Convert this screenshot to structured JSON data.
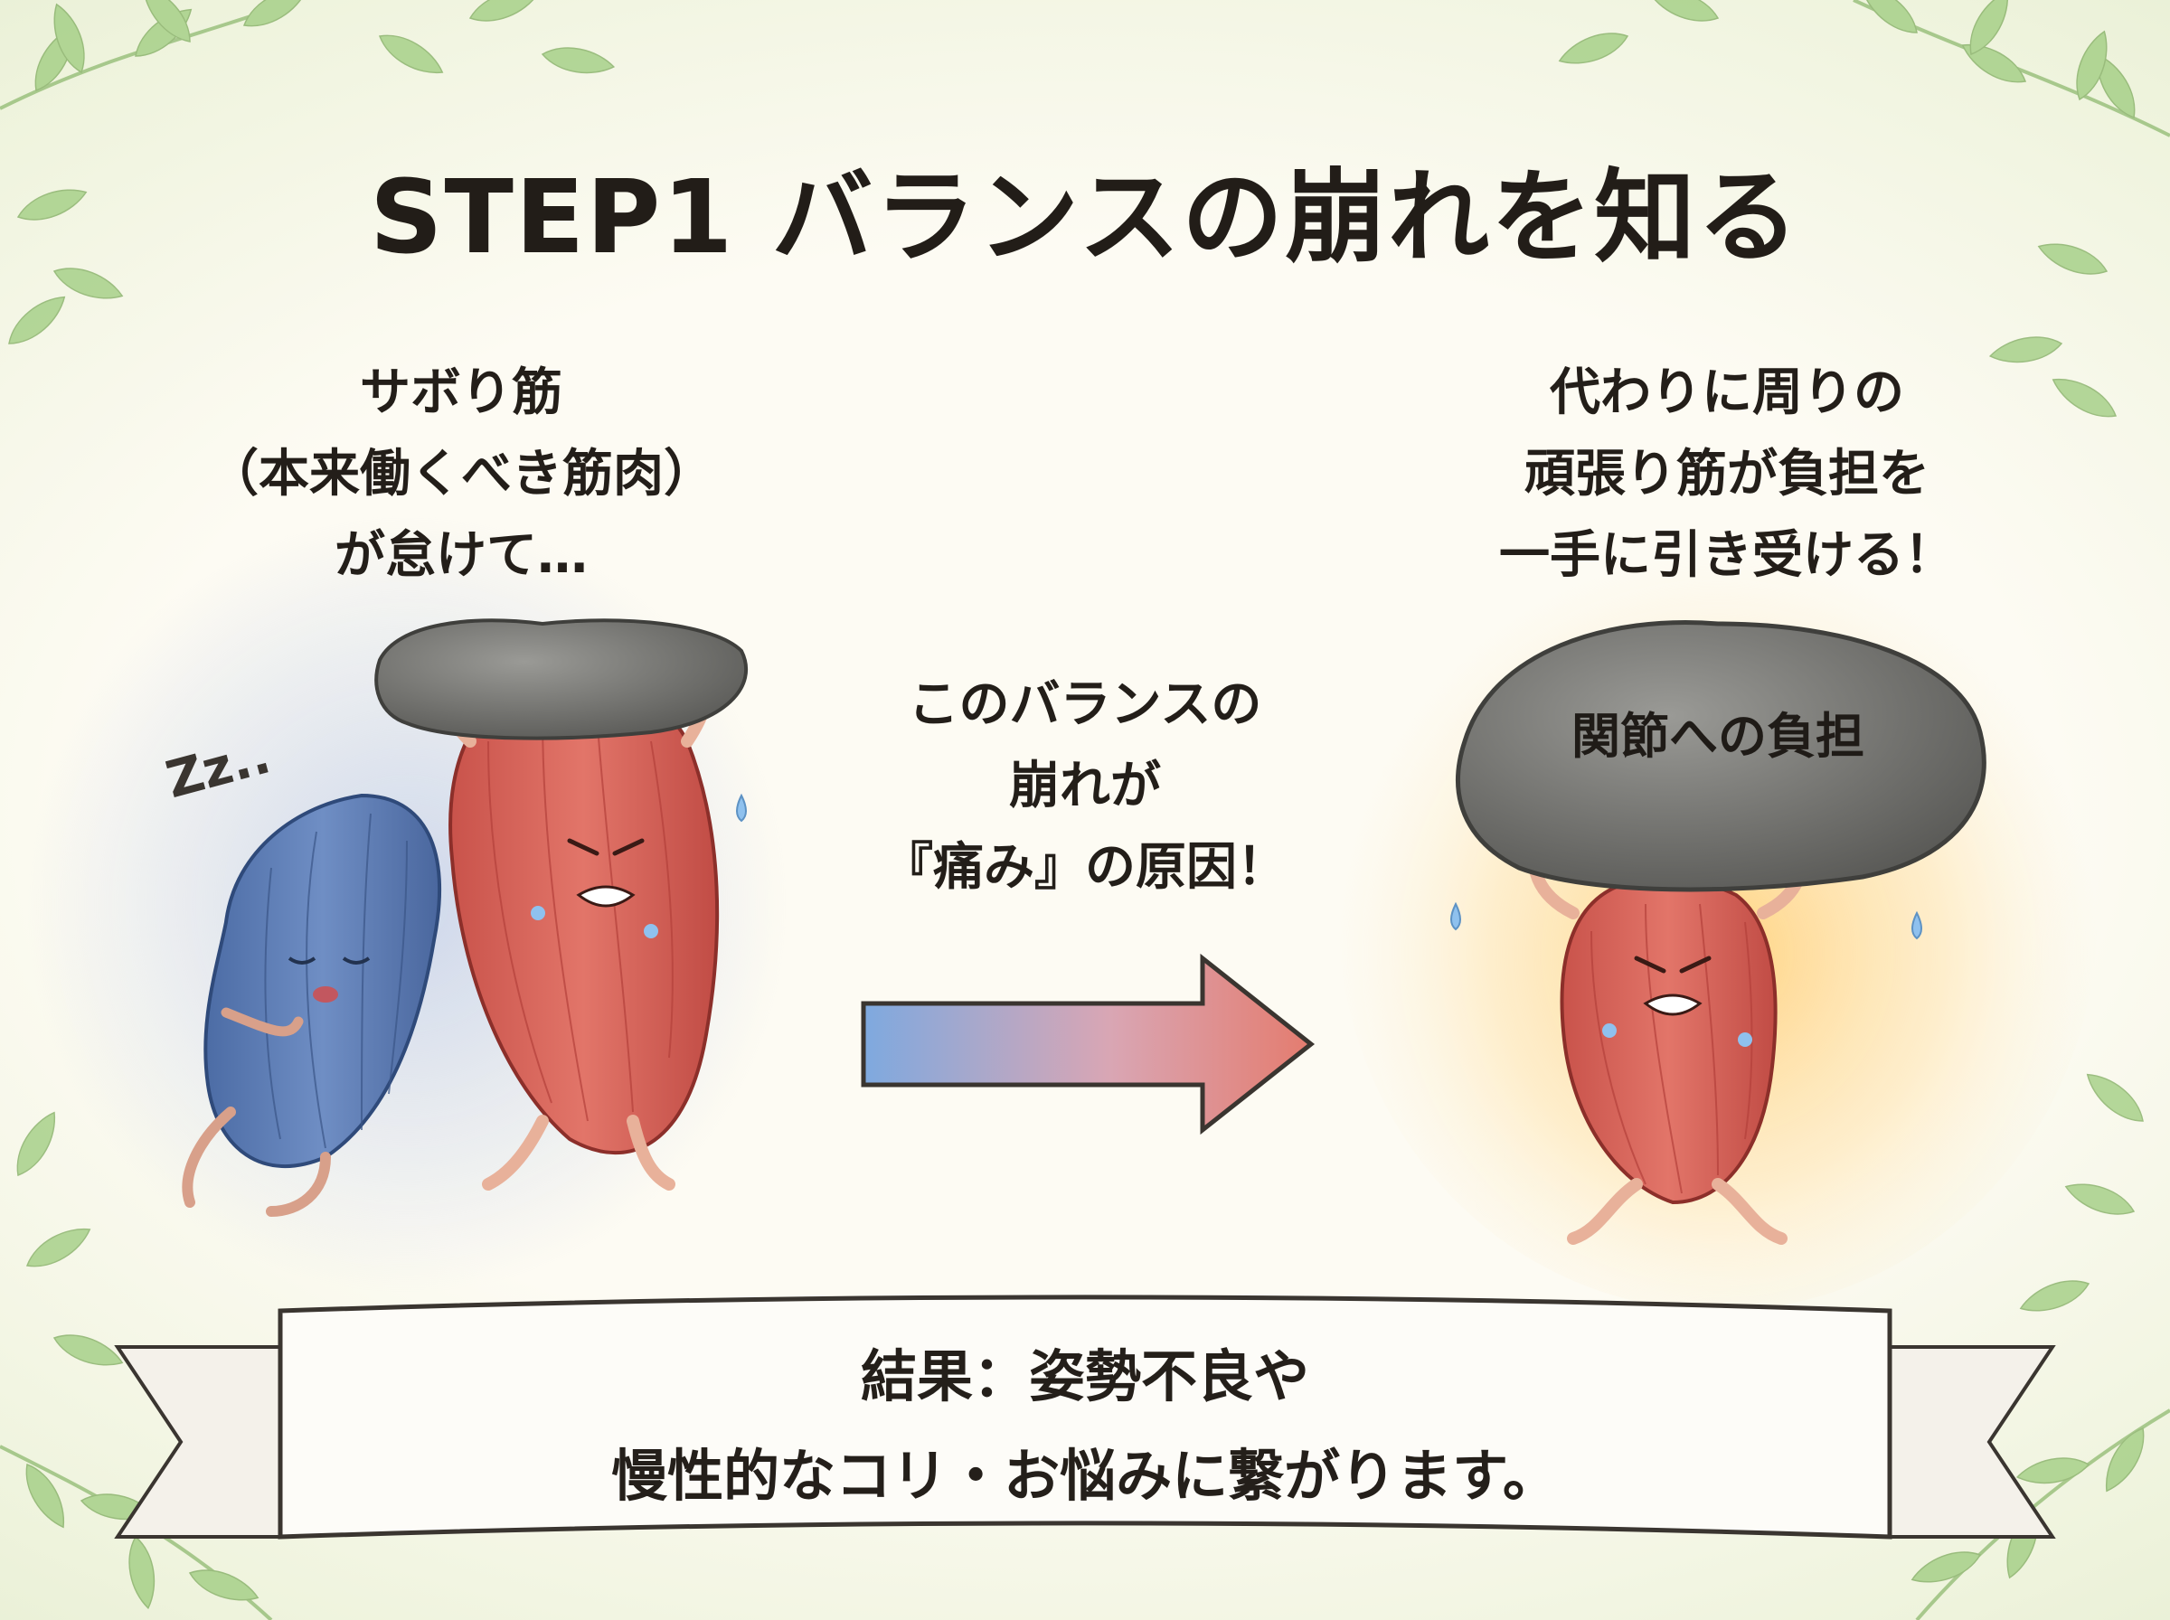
{
  "title": "STEP1 バランスの崩れを知る",
  "left_caption": [
    "サボり筋",
    "（本来働くべき筋肉）",
    "が怠けて…"
  ],
  "right_caption": [
    "代わりに周りの",
    "頑張り筋が負担を",
    "一手に引き受ける！"
  ],
  "middle_caption": [
    "このバランスの",
    "崩れが",
    "『痛み』の原因！"
  ],
  "boulder_label": "関節への負担",
  "sleep_text": "Zz..",
  "result_banner": [
    "結果：姿勢不良や",
    "慢性的なコリ・お悩みに繋がります。"
  ],
  "colors": {
    "lazy_muscle": "#5f7fb8",
    "hard_muscle": "#d9645a",
    "rock": "#7a7a76",
    "arrow_start": "#7aa8e0",
    "arrow_end": "#e07a70",
    "leaf": "#8cbf6a"
  }
}
